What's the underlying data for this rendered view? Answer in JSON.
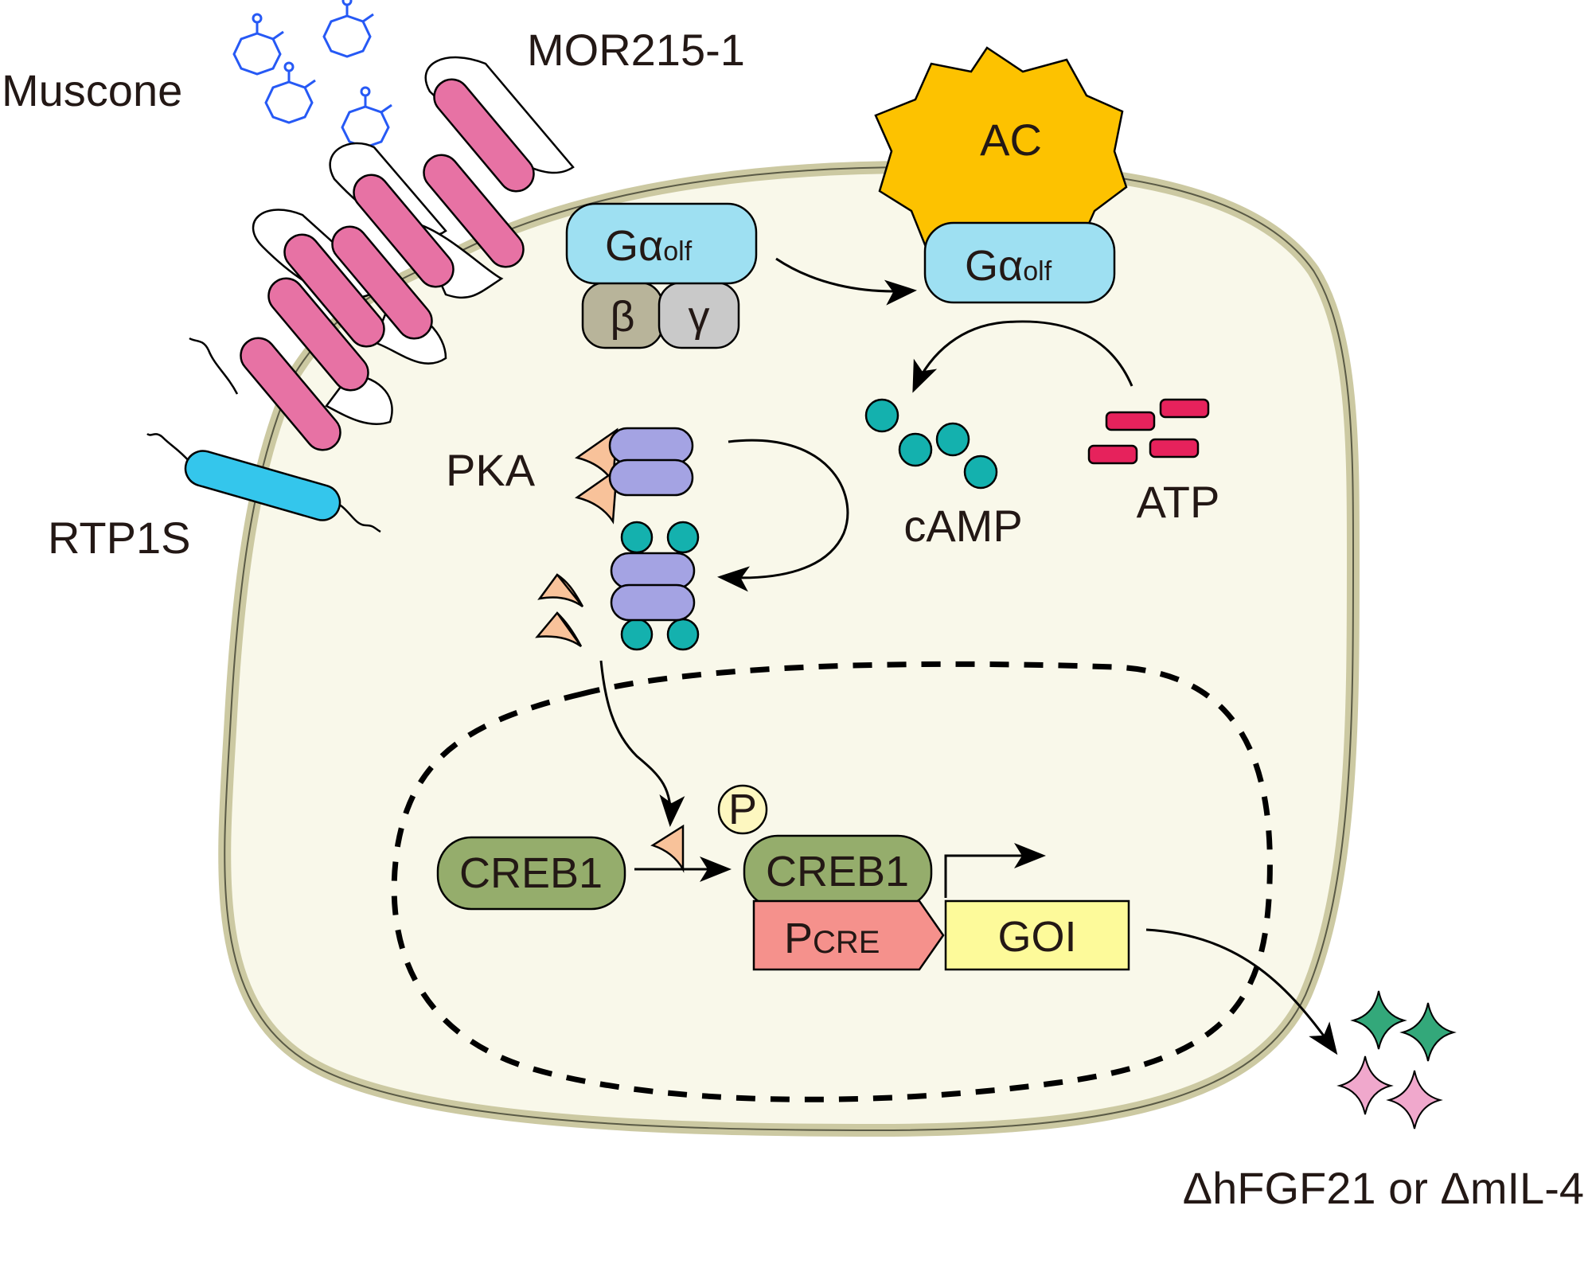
{
  "labels": {
    "muscone": "Muscone",
    "receptor": "MOR215-1",
    "rtp": "RTP1S",
    "ac": "AC",
    "galpha_main": "Gα",
    "galpha_sub": "olf",
    "beta": "β",
    "gamma": "γ",
    "pka": "PKA",
    "camp": "cAMP",
    "atp": "ATP",
    "p": "P",
    "creb": "CREB1",
    "pcre_main": "P",
    "pcre_sub": "CRE",
    "goi": "GOI",
    "output": "ΔhFGF21 or ΔmIL-4"
  },
  "colors": {
    "cell_fill": "#f9f8ea",
    "membrane": "#ccc9a2",
    "helix": "#e772a4",
    "rtp": "#34c6ec",
    "galpha": "#9ee0f2",
    "beta": "#b8b49a",
    "gamma": "#c9c9c9",
    "ac": "#fdc200",
    "pka_reg": "#a4a3e3",
    "pka_cat": "#f8c29a",
    "camp": "#14b1ae",
    "atp": "#e6225c",
    "creb": "#95ad6c",
    "p_circle": "#fdf7c0",
    "pcre": "#f5918c",
    "goi": "#fdfa9a",
    "star_green": "#33a87a",
    "star_pink": "#f0a8cc",
    "muscone": "#2659f5"
  }
}
